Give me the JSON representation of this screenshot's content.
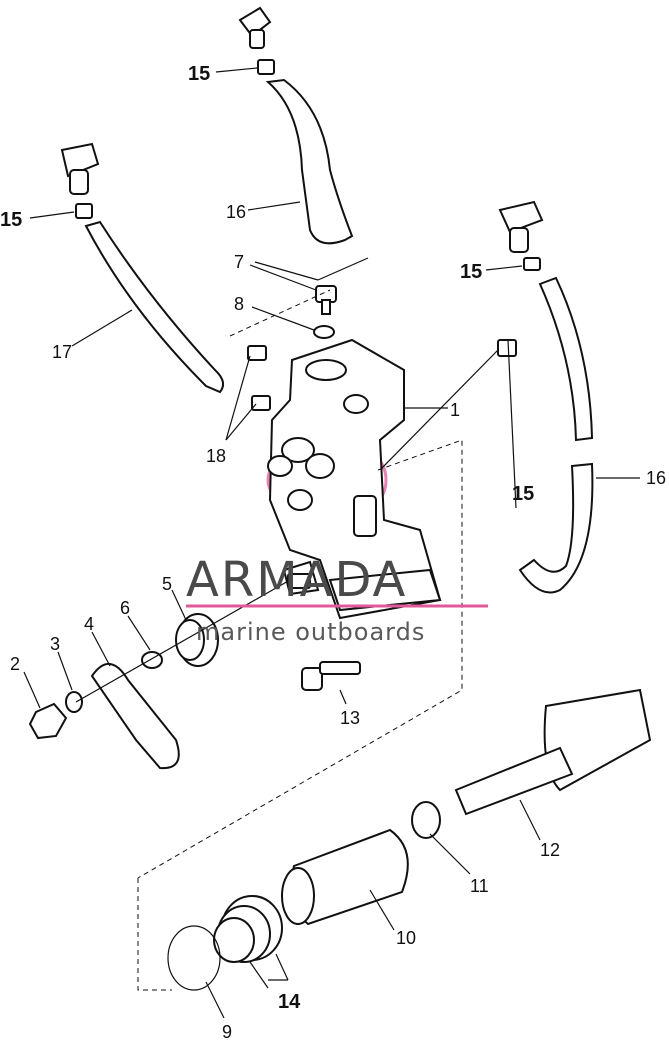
{
  "labels": {
    "p1": "1",
    "p2": "2",
    "p3": "3",
    "p4": "4",
    "p5": "5",
    "p6": "6",
    "p7": "7",
    "p8": "8",
    "p9": "9",
    "p10": "10",
    "p11": "11",
    "p12": "12",
    "p13": "13",
    "p14": "14",
    "p15a": "15",
    "p15b": "15",
    "p15c": "15",
    "p15d": "15",
    "p16a": "16",
    "p16b": "16",
    "p17": "17",
    "p18": "18"
  },
  "watermark": {
    "brand": "ARMADA",
    "tagline": "marine outboards",
    "accent_color": "#e05a9a"
  }
}
